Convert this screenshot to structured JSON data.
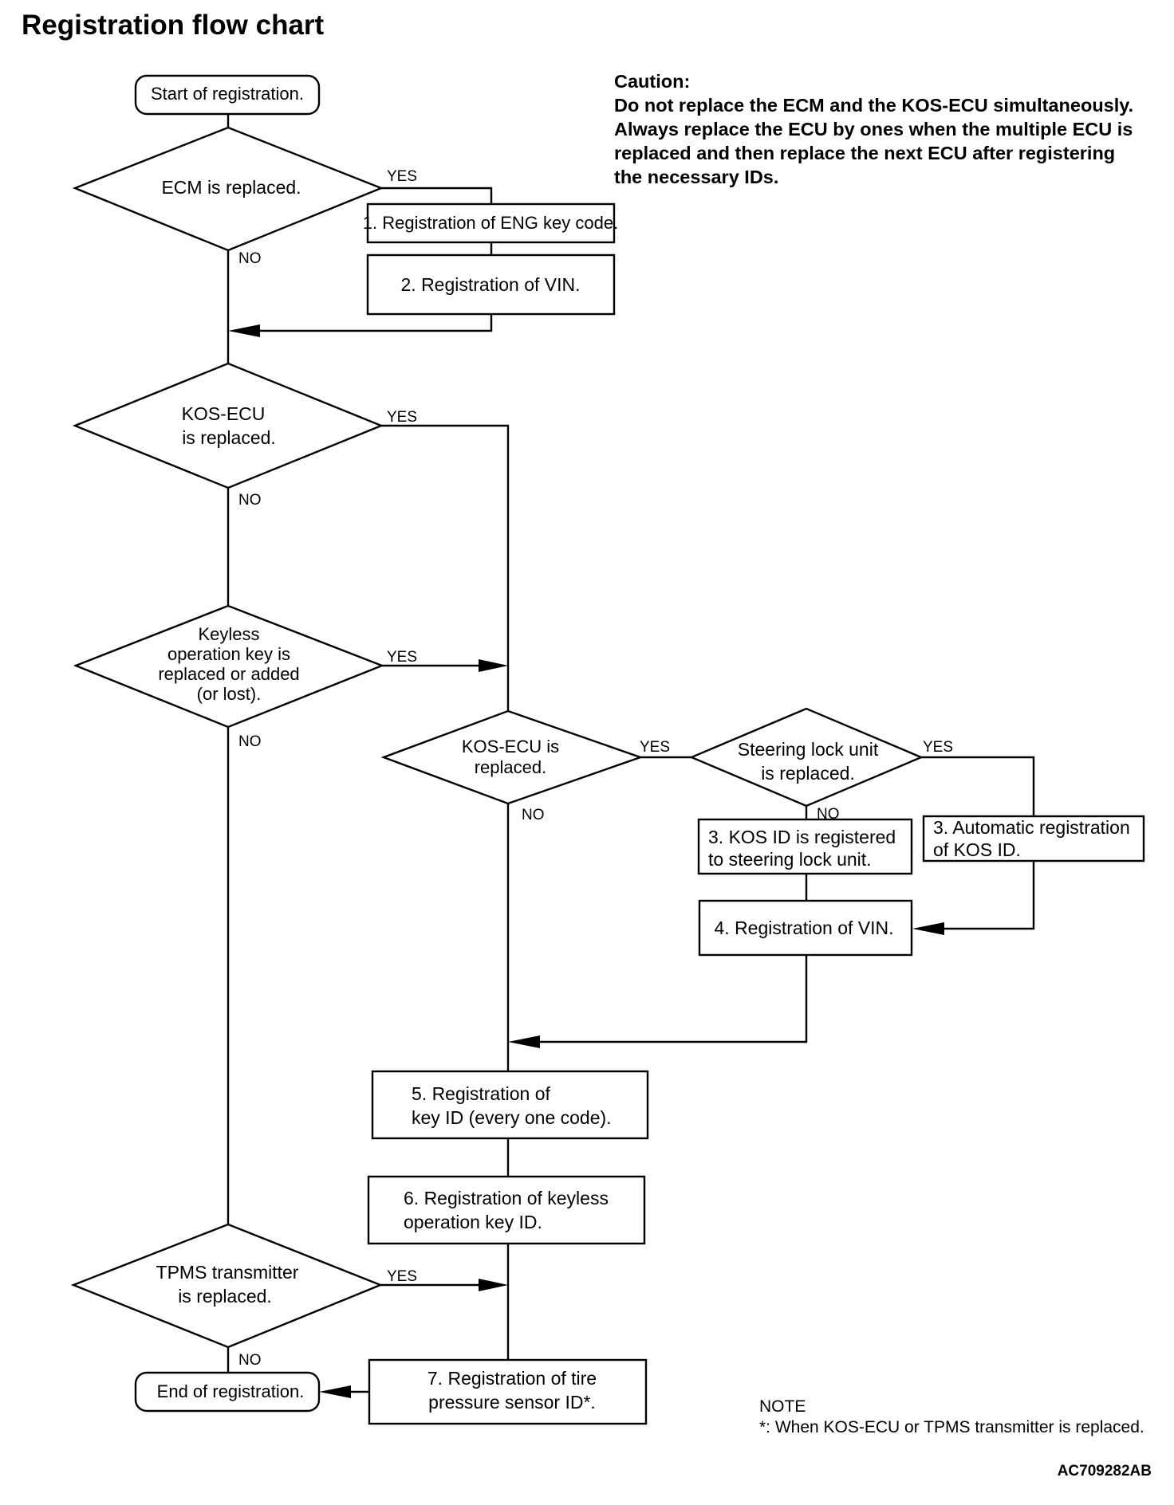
{
  "title": "Registration flow chart",
  "caution": {
    "heading": "Caution:",
    "lines": [
      "Do not replace the ECM and the KOS-ECU simultaneously.",
      "Always replace the ECU by ones when the multiple ECU is",
      "replaced and then replace the next ECU after registering",
      "the necessary IDs."
    ]
  },
  "nodes": {
    "start": [
      "Start of registration."
    ],
    "d_ecm": [
      "ECM is replaced."
    ],
    "p1": [
      "1. Registration of ENG key code."
    ],
    "p2": [
      "2. Registration of VIN."
    ],
    "d_kos1": [
      "KOS-ECU",
      "is replaced."
    ],
    "d_keyless": [
      "Keyless",
      "operation key is",
      "replaced or added",
      "(or lost)."
    ],
    "d_kos2": [
      "KOS-ECU is",
      "replaced."
    ],
    "d_steer": [
      "Steering lock unit",
      "is replaced."
    ],
    "p3a": [
      "3. KOS ID is registered",
      "to steering lock unit."
    ],
    "p3b": [
      "3. Automatic registration",
      "of KOS ID."
    ],
    "p4": [
      "4. Registration of VIN."
    ],
    "p5": [
      "5. Registration of",
      "key ID (every one code)."
    ],
    "p6": [
      "6. Registration of keyless",
      "operation key ID."
    ],
    "d_tpms": [
      "TPMS transmitter",
      "is replaced."
    ],
    "p7": [
      "7. Registration of tire",
      "pressure sensor ID*."
    ],
    "end": [
      "End of registration."
    ]
  },
  "branch_labels": {
    "yes": "YES",
    "no": "NO"
  },
  "note": {
    "heading": "NOTE",
    "text": "*: When KOS-ECU or TPMS transmitter is replaced."
  },
  "figure_id": "AC709282AB"
}
